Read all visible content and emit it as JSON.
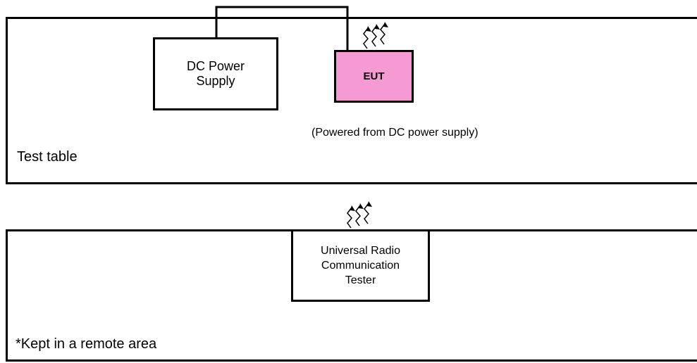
{
  "test_table": {
    "label": "Test table",
    "dc_power_supply": {
      "line1": "DC Power",
      "line2": "Supply"
    },
    "eut": {
      "label": "EUT",
      "fill_color": "#f59ad2"
    },
    "note": "(Powered from DC power supply)"
  },
  "remote_area": {
    "label": "*Kept in a remote area",
    "tester": {
      "line1": "Universal Radio",
      "line2": "Communication",
      "line3": "Tester"
    }
  },
  "icons": {
    "eut_antenna": "radio-wave-icon",
    "tester_antenna": "radio-wave-icon"
  }
}
